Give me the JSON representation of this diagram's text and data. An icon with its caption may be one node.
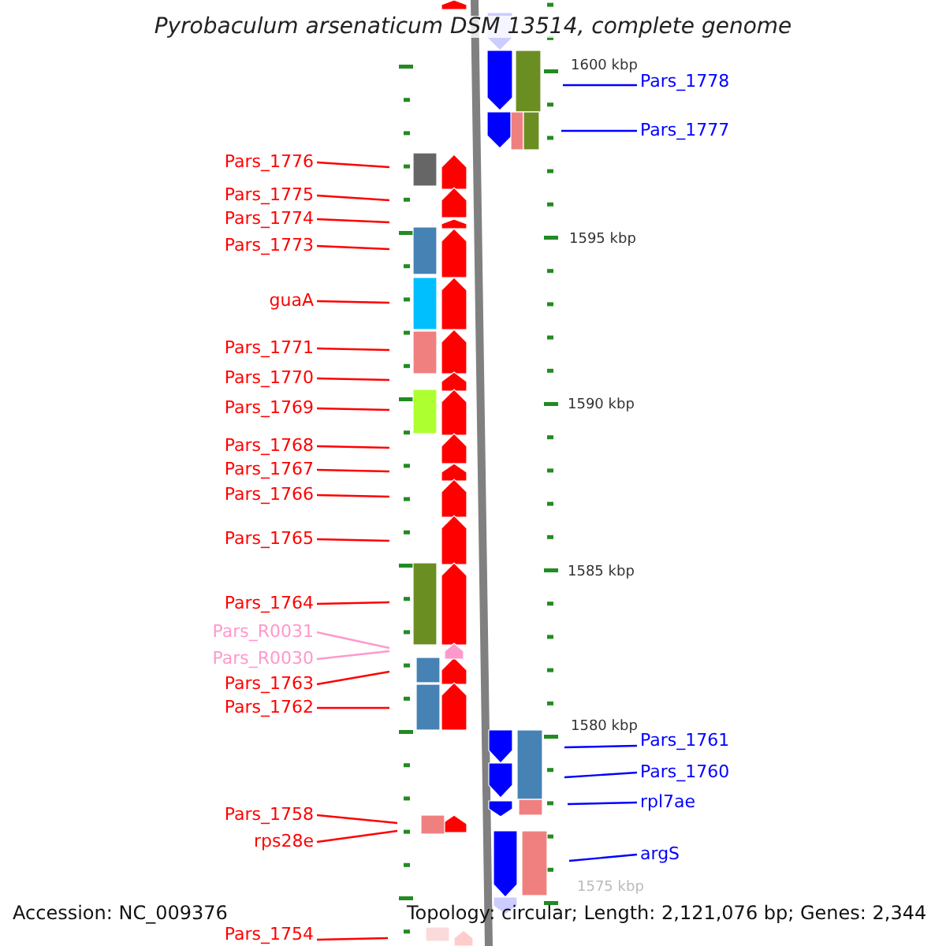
{
  "diagram": {
    "title": "Pyrobaculum arsenaticum DSM 13514, complete genome",
    "nodes": [
      {
        "text": [
          "Pars_1778"
        ]
      },
      {
        "text": [
          "Pars_1777"
        ]
      },
      {
        "text": [
          "Pars_1776"
        ]
      },
      {
        "text": [
          "Pars_1775"
        ]
      },
      {
        "text": [
          "Pars_1774"
        ]
      },
      {
        "text": [
          "Pars_1773"
        ]
      },
      {
        "text": [
          "guaA"
        ]
      },
      {
        "text": [
          "Pars_1771"
        ]
      },
      {
        "text": [
          "Pars_1770"
        ]
      },
      {
        "text": [
          "Pars_1769"
        ]
      },
      {
        "text": [
          "Pars_1768"
        ]
      },
      {
        "text": [
          "Pars_1767"
        ]
      },
      {
        "text": [
          "Pars_1766"
        ]
      },
      {
        "text": [
          "Pars_1765"
        ]
      },
      {
        "text": [
          "Pars_1764"
        ]
      },
      {
        "text": [
          "Pars_R0031"
        ]
      },
      {
        "text": [
          "Pars_R0030"
        ]
      },
      {
        "text": [
          "Pars_1763"
        ]
      },
      {
        "text": [
          "Pars_1762"
        ]
      },
      {
        "text": [
          "Pars_1761"
        ]
      },
      {
        "text": [
          "Pars_1760"
        ]
      },
      {
        "text": [
          "rpl7ae"
        ]
      },
      {
        "text": [
          "Pars_1758"
        ]
      },
      {
        "text": [
          "rps28e"
        ]
      },
      {
        "text": [
          "argS"
        ]
      },
      {
        "text": [
          "Pars_1754"
        ]
      }
    ],
    "edges": [
      {
        "from": 0,
        "to": null,
        "arrow": "none",
        "color": "#0000ff"
      },
      {
        "from": 1,
        "to": null,
        "arrow": "none",
        "color": "#0000ff"
      },
      {
        "from": 2,
        "to": null,
        "arrow": "none"
      },
      {
        "from": 3,
        "to": null,
        "arrow": "none"
      },
      {
        "from": 4,
        "to": null,
        "arrow": "none"
      },
      {
        "from": 5,
        "to": null,
        "arrow": "none"
      },
      {
        "from": 6,
        "to": null,
        "arrow": "none"
      },
      {
        "from": 7,
        "to": null,
        "arrow": "none"
      },
      {
        "from": 8,
        "to": null,
        "arrow": "none"
      },
      {
        "from": 9,
        "to": null,
        "arrow": "none"
      },
      {
        "from": 10,
        "to": null,
        "arrow": "none"
      },
      {
        "from": 11,
        "to": null,
        "arrow": "none"
      },
      {
        "from": 12,
        "to": null,
        "arrow": "none"
      },
      {
        "from": 13,
        "to": null,
        "arrow": "none"
      },
      {
        "from": 14,
        "to": null,
        "arrow": "none"
      },
      {
        "from": 15,
        "to": null,
        "arrow": "none",
        "color": "#ff99cc"
      },
      {
        "from": 16,
        "to": null,
        "arrow": "none",
        "color": "#ff99cc"
      },
      {
        "from": 17,
        "to": null,
        "arrow": "none"
      },
      {
        "from": 18,
        "to": null,
        "arrow": "none"
      },
      {
        "from": 19,
        "to": null,
        "arrow": "none",
        "color": "#0000ff"
      },
      {
        "from": 20,
        "to": null,
        "arrow": "none",
        "color": "#0000ff"
      },
      {
        "from": 21,
        "to": null,
        "arrow": "none",
        "color": "#0000ff"
      },
      {
        "from": 22,
        "to": null,
        "arrow": "none"
      },
      {
        "from": 23,
        "to": null,
        "arrow": "none"
      },
      {
        "from": 24,
        "to": null,
        "arrow": "none",
        "color": "#0000ff"
      },
      {
        "from": 25,
        "to": null,
        "arrow": "none"
      }
    ],
    "labels": [
      "1600 kbp",
      "1595 kbp",
      "1590 kbp",
      "1585 kbp",
      "1580 kbp",
      "1575 kbp",
      "Accession: NC_009376",
      "Topology: circular; Length: 2,121,076 bp; Genes: 2,344"
    ]
  }
}
